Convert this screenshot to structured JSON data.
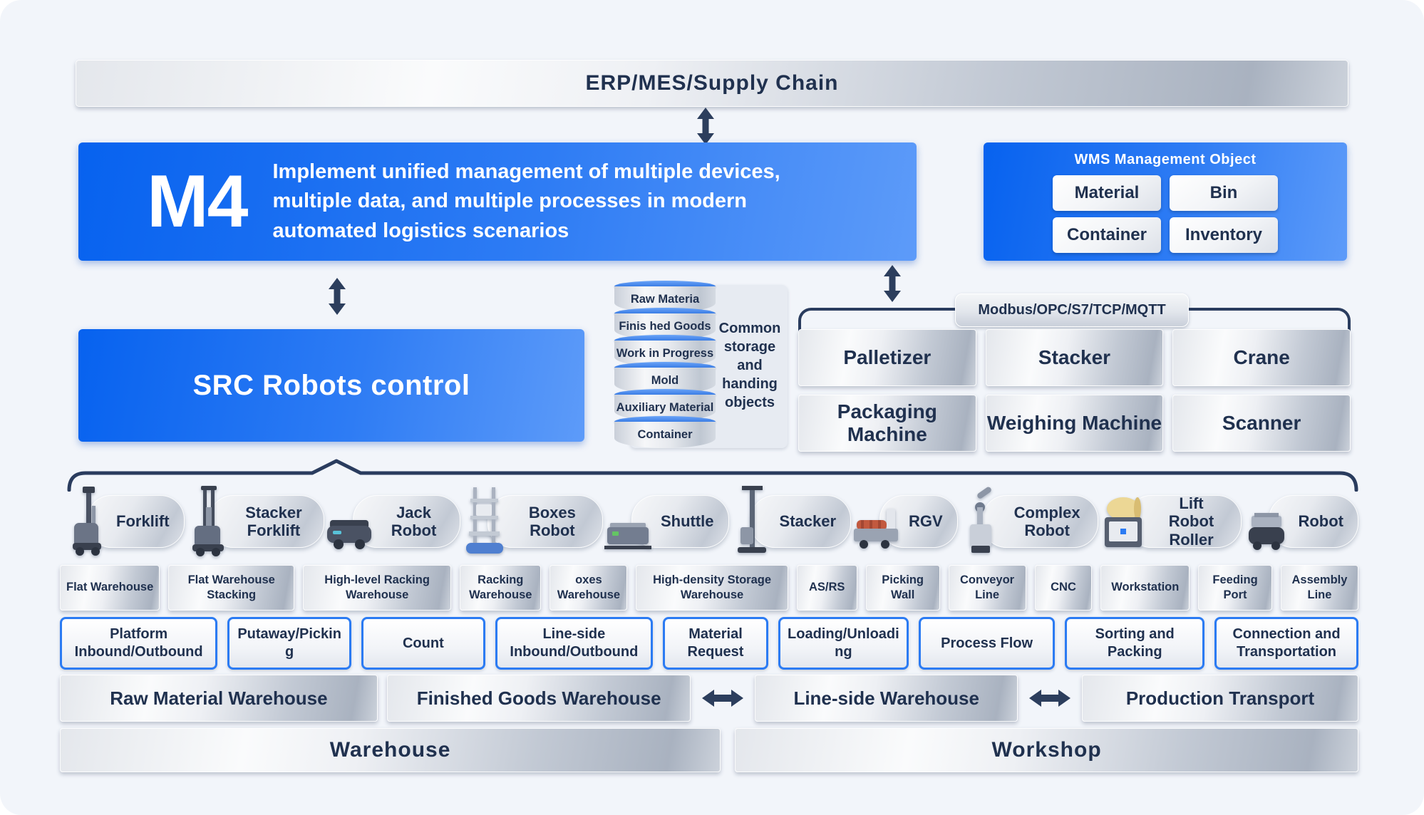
{
  "colors": {
    "accent_blue": "#0762ef",
    "navy_text": "#20314f",
    "line_navy": "#2a3c5e",
    "panel_bg": "#f2f5fa"
  },
  "top_bar": {
    "label": "ERP/MES/Supply Chain"
  },
  "m4": {
    "badge": "M4",
    "description": "Implement unified management of multiple devices, multiple data, and multiple processes in modern automated logistics scenarios"
  },
  "wms": {
    "title": "WMS Management Object",
    "items": [
      "Material",
      "Bin",
      "Container",
      "Inventory"
    ]
  },
  "src": {
    "label": "SRC Robots control"
  },
  "storage": {
    "cylinders": [
      "Raw Materia",
      "Finis hed Goods",
      "Work in Progress",
      "Mold",
      "Auxiliary Material",
      "Container"
    ],
    "caption": "Common storage and handing objects"
  },
  "protocol": {
    "label": "Modbus/OPC/S7/TCP/MQTT"
  },
  "devices": [
    "Palletizer",
    "Stacker",
    "Crane",
    "Packaging Machine",
    "Weighing Machine",
    "Scanner"
  ],
  "robots": [
    {
      "label": "Forklift",
      "icon": "forklift-icon"
    },
    {
      "label": "Stacker Forklift",
      "icon": "stacker-forklift-icon"
    },
    {
      "label": "Jack Robot",
      "icon": "jack-robot-icon"
    },
    {
      "label": "Boxes Robot",
      "icon": "boxes-robot-icon"
    },
    {
      "label": "Shuttle",
      "icon": "shuttle-icon"
    },
    {
      "label": "Stacker",
      "icon": "stacker-crane-icon"
    },
    {
      "label": "RGV",
      "icon": "rgv-icon"
    },
    {
      "label": "Complex Robot",
      "icon": "complex-robot-icon"
    },
    {
      "label": "Lift Robot Roller",
      "icon": "lift-roller-robot-icon"
    },
    {
      "label": "Robot",
      "icon": "agv-robot-icon"
    }
  ],
  "facilities": [
    "Flat Warehouse",
    "Flat Warehouse Stacking",
    "High-level Racking Warehouse",
    "Racking Warehouse",
    "oxes Warehouse",
    "High-density Storage Warehouse",
    "AS/RS",
    "Picking Wall",
    "Conveyor Line",
    "CNC",
    "Workstation",
    "Feeding Port",
    "Assembly Line"
  ],
  "processes": [
    "Platform Inbound/Outbound",
    "Putaway/Picking",
    "Count",
    "Line-side Inbound/Outbound",
    "Material Request",
    "Loading/Unloading",
    "Process Flow",
    "Sorting and Packing",
    "Connection and Transportation"
  ],
  "areas": [
    "Raw Material Warehouse",
    "Finished Goods Warehouse",
    "Line-side Warehouse",
    "Production Transport"
  ],
  "zones": [
    "Warehouse",
    "Workshop"
  ]
}
